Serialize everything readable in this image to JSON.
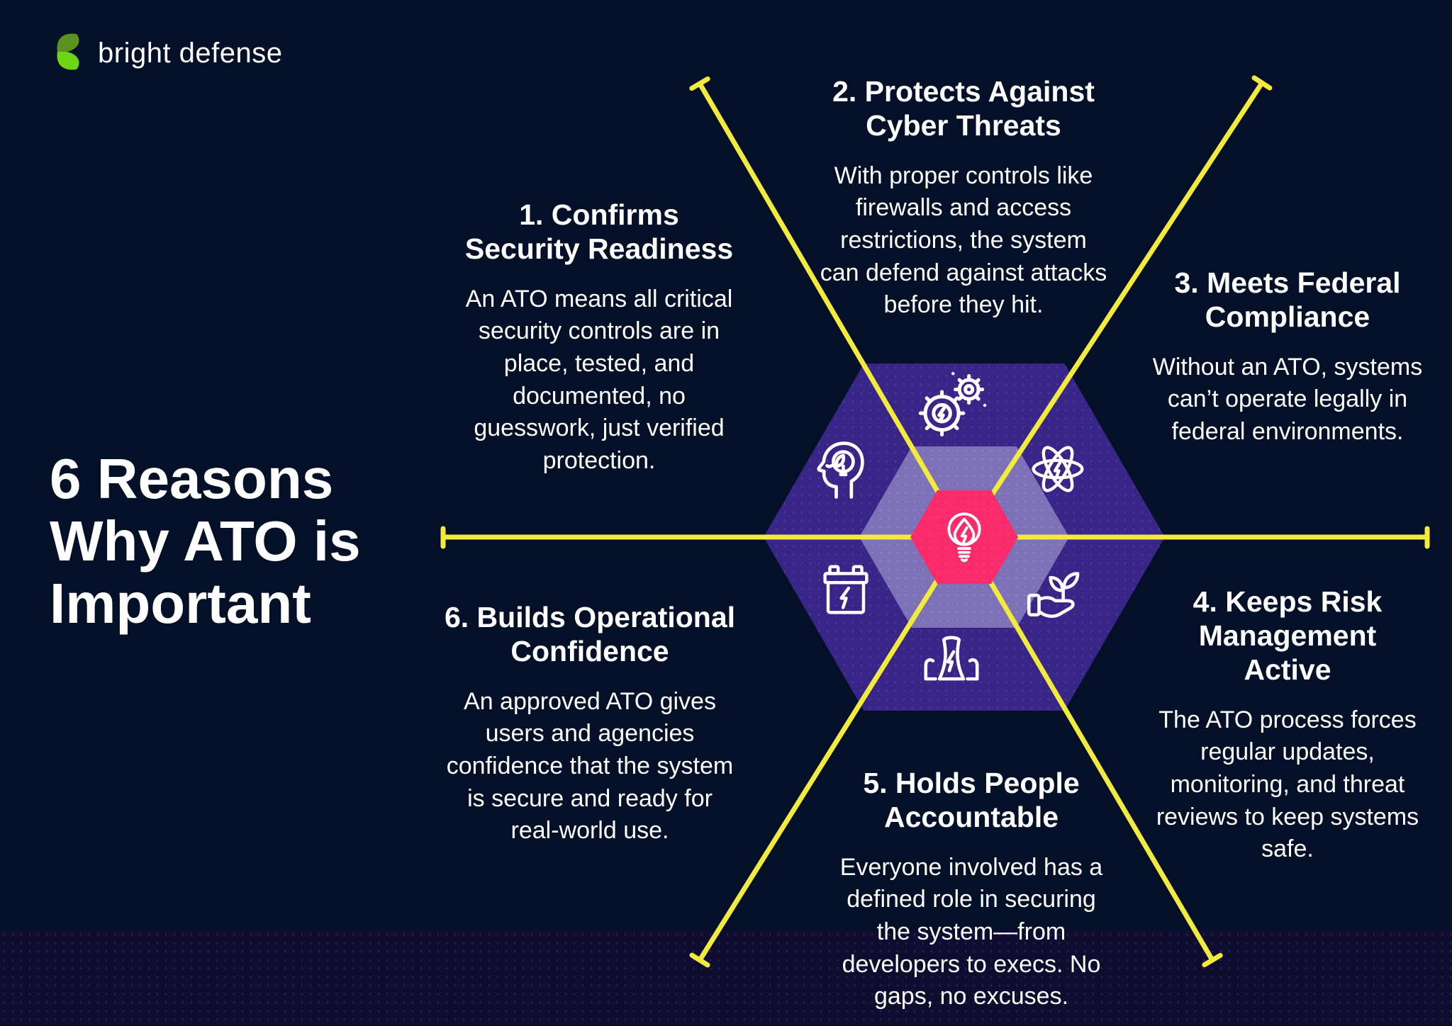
{
  "brand": {
    "logo_text": "bright defense"
  },
  "title": {
    "lines": [
      "6 Reasons",
      "Why ATO is",
      "Important"
    ]
  },
  "reasons": [
    {
      "heading_lines": [
        "1. Confirms",
        "Security Readiness"
      ],
      "body_lines": [
        "An ATO means all critical",
        "security controls are in",
        "place, tested, and",
        "documented, no",
        "guesswork, just verified",
        "protection."
      ]
    },
    {
      "heading_lines": [
        "2. Protects Against",
        "Cyber Threats"
      ],
      "body_lines": [
        "With proper controls like",
        "firewalls and access",
        "restrictions, the system",
        "can defend against attacks",
        "before they hit."
      ]
    },
    {
      "heading_lines": [
        "3. Meets Federal",
        "Compliance"
      ],
      "body_lines": [
        "Without an ATO, systems",
        "can’t operate legally in",
        "federal environments."
      ]
    },
    {
      "heading_lines": [
        "4. Keeps Risk",
        "Management",
        "Active"
      ],
      "body_lines": [
        "The ATO process forces",
        "regular updates,",
        "monitoring, and threat",
        "reviews to keep systems",
        "safe."
      ]
    },
    {
      "heading_lines": [
        "5. Holds People",
        "Accountable"
      ],
      "body_lines": [
        "Everyone involved has a",
        "defined role in securing",
        "the system—from",
        "developers to execs. No",
        "gaps, no excuses."
      ]
    },
    {
      "heading_lines": [
        "6. Builds Operational",
        "Confidence"
      ],
      "body_lines": [
        "An approved ATO gives",
        "users and agencies",
        "confidence that the system",
        "is secure and ready for",
        "real-world use."
      ]
    }
  ],
  "hexagon": {
    "icons": {
      "top": "gears-icon",
      "upper_left": "head-bulb-icon",
      "upper_right": "atom-icon",
      "lower_left": "battery-icon",
      "lower_right": "hand-plant-icon",
      "bottom": "power-plant-icon",
      "center": "bulb-icon"
    }
  },
  "colors": {
    "background": "#041027",
    "bottom_band": "#0f0c30",
    "hexagon_purple": "#372687",
    "hexagon_lavender": "#7d71b8",
    "hexagon_pink": "#f92b6b",
    "line_yellow": "#f3ea3e",
    "text": "#ffffff",
    "logo_green_dark": "#5a9220",
    "logo_green_bright": "#6ed515"
  }
}
